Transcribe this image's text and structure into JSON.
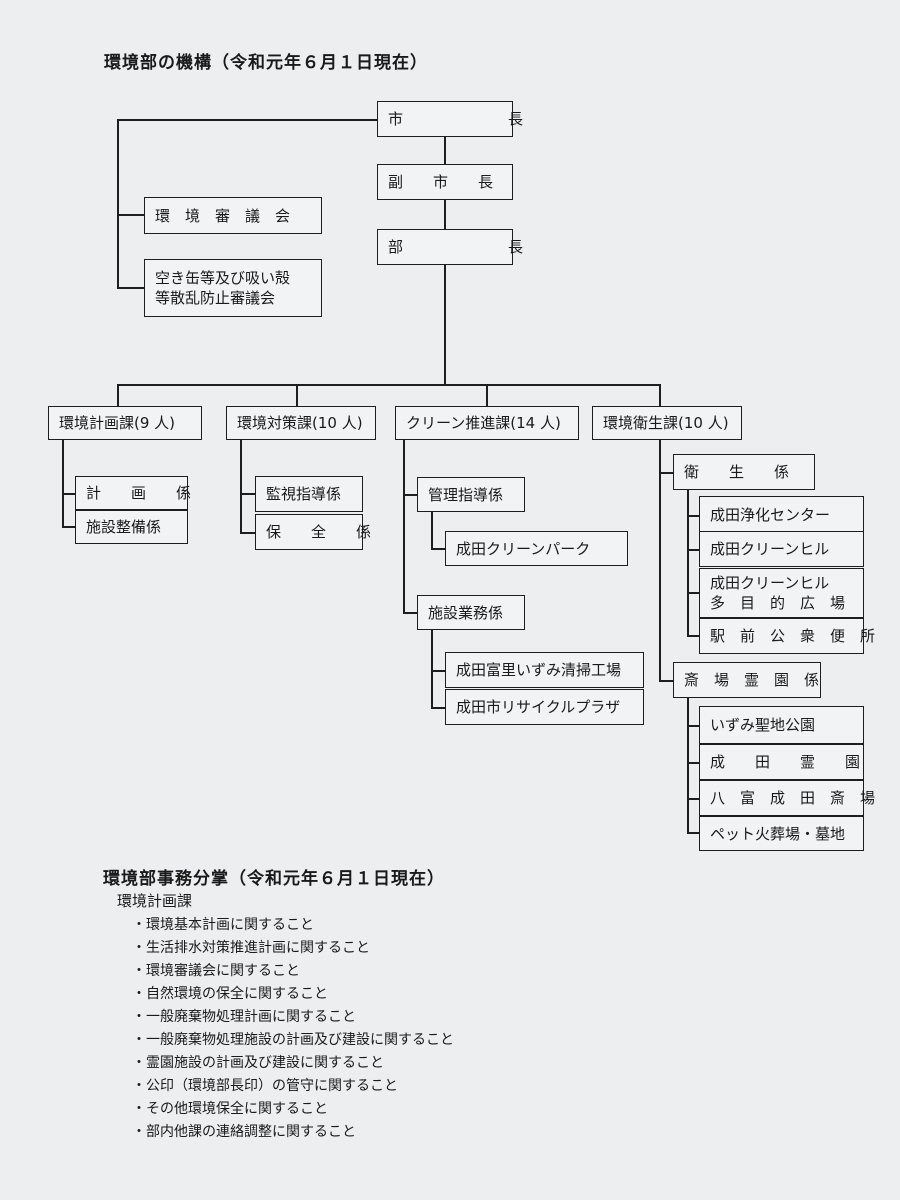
{
  "org_title": "環境部の機構（令和元年６月１日現在）",
  "nodes": {
    "mayor": "市　　　　　　　長",
    "vice_mayor": "副　　市　　長",
    "director": "部　　　　　　　長",
    "council": "環　境　審　議　会",
    "litter_council": [
      "空き缶等及び吸い殻",
      "等散乱防止審議会"
    ],
    "planning_div": "環境計画課(9 人)",
    "measures_div": "環境対策課(10 人)",
    "clean_div": "クリーン推進課(14 人)",
    "sanitation_div": "環境衛生課(10 人)",
    "planning_sec": "計　　画　　係",
    "facility_maint_sec": "施設整備係",
    "monitoring_sec": "監視指導係",
    "conservation_sec": "保　　全　　係",
    "mgmt_sec": "管理指導係",
    "clean_park": "成田クリーンパーク",
    "facility_ops_sec": "施設業務係",
    "izumi_plant": "成田富里いずみ清掃工場",
    "recycle_plaza": "成田市リサイクルプラザ",
    "hygiene_sec": "衛　　生　　係",
    "purification_center": "成田浄化センター",
    "clean_hill": "成田クリーンヒル",
    "clean_hill_plaza": [
      "成田クリーンヒル",
      "多　目　的　広　場"
    ],
    "station_toilet": "駅　前　公　衆　便　所",
    "cemetery_sec": "斎　場　霊　園　係",
    "izumi_park": "いずみ聖地公園",
    "narita_cemetery": "成　　田　　霊　　園",
    "yachimata_crematorium": "八　富　成　田　斎　場",
    "pet_crematorium": "ペット火葬場・墓地"
  },
  "duties_title": "環境部事務分掌（令和元年６月１日現在）",
  "duties_section": "環境計画課",
  "duties": [
    "・環境基本計画に関すること",
    "・生活排水対策推進計画に関すること",
    "・環境審議会に関すること",
    "・自然環境の保全に関すること",
    "・一般廃棄物処理計画に関すること",
    "・一般廃棄物処理施設の計画及び建設に関すること",
    "・霊園施設の計画及び建設に関すること",
    "・公印（環境部長印）の管守に関すること",
    "・その他環境保全に関すること",
    "・部内他課の連絡調整に関すること"
  ]
}
